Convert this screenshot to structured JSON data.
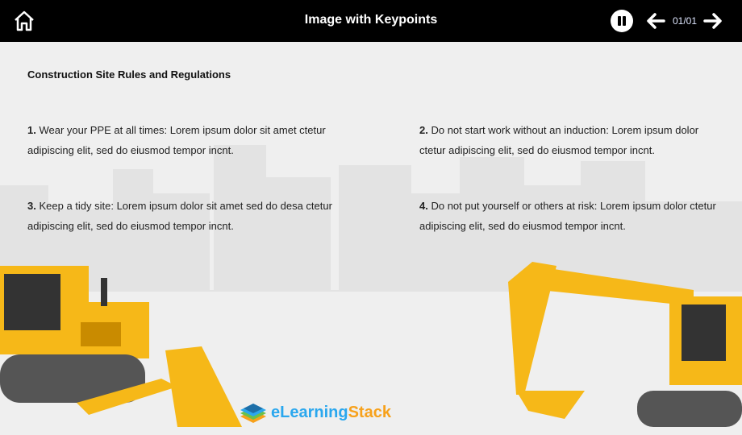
{
  "header": {
    "title": "Image with Keypoints",
    "page_counter": "01/01"
  },
  "content": {
    "heading": "Construction Site Rules and Regulations",
    "keypoints": [
      {
        "num": "1.",
        "text": "Wear your PPE at all times: Lorem ipsum dolor sit amet ctetur adipiscing elit, sed do eiusmod tempor incnt."
      },
      {
        "num": "2.",
        "text": "Do not start work without an induction: Lorem ipsum dolor ctetur adipiscing elit, sed do eiusmod tempor incnt."
      },
      {
        "num": "3.",
        "text": "Keep a tidy site: Lorem ipsum dolor sit amet sed do desa ctetur adipiscing elit, sed do eiusmod tempor incnt."
      },
      {
        "num": "4.",
        "text": "Do not put yourself or others at risk: Lorem ipsum dolor ctetur adipiscing elit, sed do eiusmod tempor incnt."
      }
    ]
  },
  "logo": {
    "part1": "eLearning",
    "part2": "Stack"
  },
  "colors": {
    "machine": "#f6b818",
    "logo_blue": "#2aa7ee",
    "logo_orange": "#f7a11b"
  }
}
